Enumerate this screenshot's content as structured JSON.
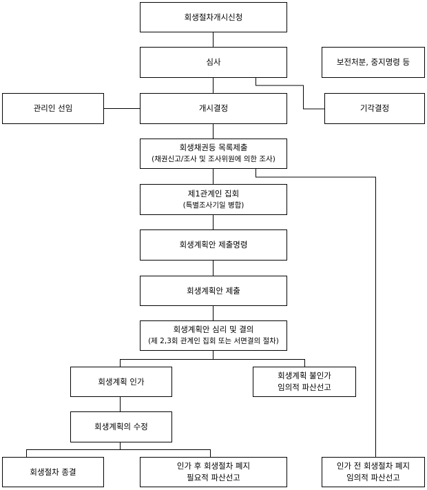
{
  "nodes": {
    "petition": {
      "line1": "회생절차개시신청"
    },
    "review": {
      "line1": "심사"
    },
    "preservation": {
      "line1": "보전처분, 중지명령 등"
    },
    "admin_select": {
      "line1": "관리인 선임"
    },
    "commence": {
      "line1": "개시결정"
    },
    "dismiss": {
      "line1": "기각결정"
    },
    "claims_list": {
      "line1": "회생채권등 목록제출",
      "line2": "(채권신고/조사 및 조사위원에 의한 조사)"
    },
    "first_meeting": {
      "line1": "제1관계인 집회",
      "line2": "(특별조사기일 병합)"
    },
    "plan_order": {
      "line1": "회생계획안 제출명령"
    },
    "plan_submit": {
      "line1": "회생계획안 제출"
    },
    "plan_deliberation": {
      "line1": "회생계획안 심리 및 결의",
      "line2": "(제 2,3회 관계인 집회 또는 서면결의 절차)"
    },
    "plan_approval": {
      "line1": "회생계획 인가"
    },
    "plan_rejection": {
      "line1": "회생계획 불인가",
      "line2": "임의적 파산선고"
    },
    "plan_amendment": {
      "line1": "회생계획의 수정"
    },
    "termination": {
      "line1": "회생절차 종결"
    },
    "post_abolition": {
      "line1": "인가 후 회생절차 폐지",
      "line2": "필요적 파산선고"
    },
    "pre_abolition": {
      "line1": "인가 전 회생절차 폐지",
      "line2": "임의적 파산선고"
    }
  }
}
